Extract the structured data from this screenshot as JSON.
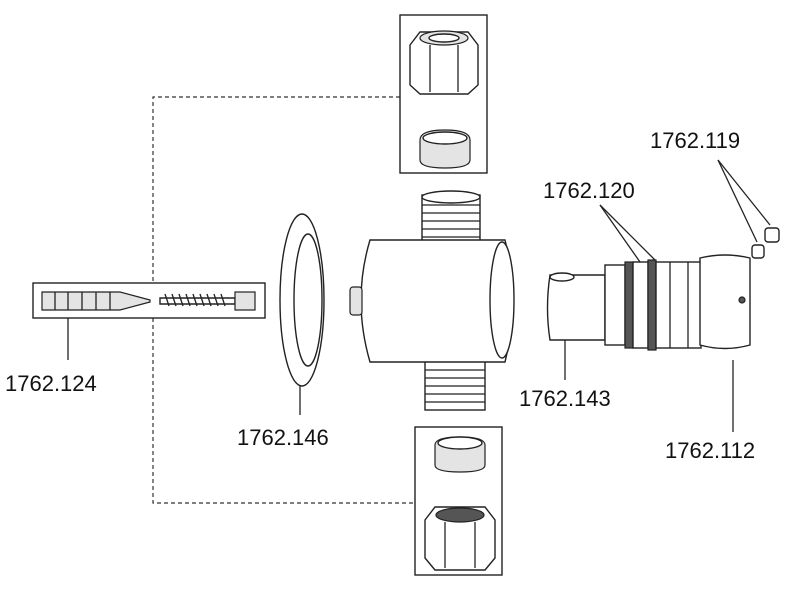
{
  "diagram": {
    "labels": {
      "p119": "1762.119",
      "p120": "1762.120",
      "p124": "1762.124",
      "p146": "1762.146",
      "p143": "1762.143",
      "p112": "1762.112"
    }
  }
}
